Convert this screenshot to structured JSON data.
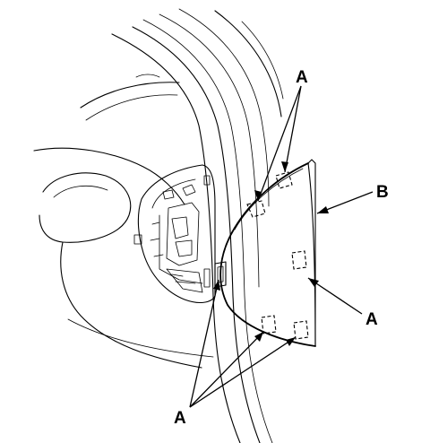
{
  "callouts": {
    "clip_top": "A",
    "panel": "B",
    "clip_mid": "A",
    "clip_bottom": "A"
  }
}
